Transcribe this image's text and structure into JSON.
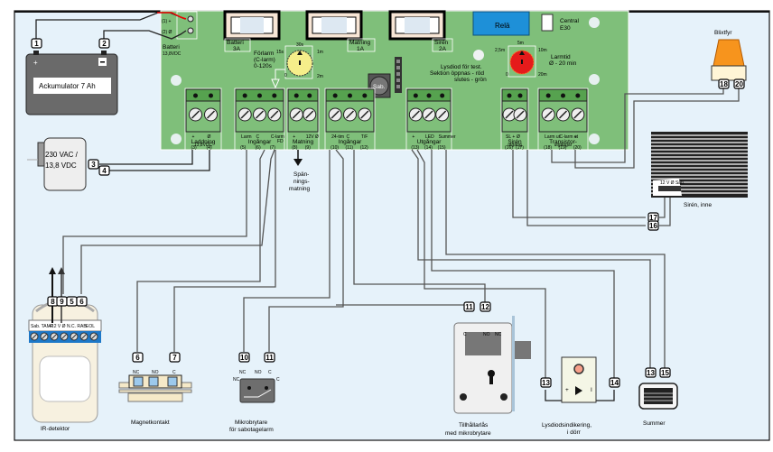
{
  "board": {
    "battery_label": "Batteri",
    "battery_voltage": "13,8VDC",
    "battery_plus": "(1) +",
    "battery_minus": "(2) Ø",
    "fuses": [
      {
        "name": "Batteri",
        "rating": "3A"
      },
      {
        "name": "Matning",
        "rating": "1A"
      },
      {
        "name": "Sirén",
        "rating": "2A"
      }
    ],
    "relay_label": "Relä",
    "central_label": "Central",
    "central_model": "E30",
    "sab_button": "Sab.",
    "prealarm": {
      "title": "Förlarm",
      "subtitle": "(C-larm)",
      "range": "0-120s",
      "dial_marks": [
        "0",
        "15s",
        "30s",
        "1m",
        "2m"
      ]
    },
    "alarm_time": {
      "title": "Larmtid",
      "range": "Ø - 20 min",
      "dial_marks": [
        "0",
        "2,5m",
        "5m",
        "10m",
        "20m"
      ]
    },
    "led_test": [
      "Lysdiod för test.",
      "Sektion öppnas - röd",
      "slutes - grön"
    ],
    "terminal_blocks": [
      {
        "id": "charging",
        "top": [
          "+",
          "Ø"
        ],
        "title": "Laddning",
        "subtitle": "13,8VDC",
        "numbers": [
          "(3)",
          "(4)"
        ]
      },
      {
        "id": "inputs-a",
        "top": [
          "Larm",
          "C",
          "C-larm"
        ],
        "title": "Ingångar",
        "extra": "FD",
        "numbers": [
          "(5)",
          "(6)",
          "(7)"
        ]
      },
      {
        "id": "supply",
        "top": [
          "+",
          "12V Ø"
        ],
        "title": "Matning",
        "numbers": [
          "(8)",
          "(9)"
        ]
      },
      {
        "id": "inputs-b",
        "top": [
          "24-tim",
          "C",
          "T/F"
        ],
        "title": "Ingångar",
        "numbers": [
          "(10)",
          "(11)",
          "(12)"
        ]
      },
      {
        "id": "outputs",
        "top": [
          "+",
          "LED",
          "Summer"
        ],
        "title": "Utgångar",
        "numbers": [
          "(13)",
          "(14)",
          "(15)"
        ]
      },
      {
        "id": "siren-out",
        "top": [
          "SL +",
          "Ø"
        ],
        "title": "Sirén",
        "subtitle": "utgång",
        "numbers": [
          "(16)",
          "(17)"
        ]
      },
      {
        "id": "transistor-out",
        "top": [
          "Larm ut",
          "C-larm ut",
          "+"
        ],
        "title": "Transistor-",
        "subtitle": "utgångar",
        "numbers": [
          "(18)",
          "(19)",
          "(20)"
        ]
      }
    ]
  },
  "components": {
    "battery": {
      "label": "Ackumulator 7 Ah",
      "plus": "+",
      "minus": "−"
    },
    "power_supply": {
      "line1": "230 VAC /",
      "line2": "13,8 VDC"
    },
    "voltage_supply_note": [
      "Spän-",
      "nings-",
      "matning"
    ],
    "flash": {
      "label": "Blixtfyr"
    },
    "siren": {
      "label": "Sirén, inne",
      "plate": "12 V Ø Sab."
    },
    "ir_detector": {
      "label": "IR-detektor",
      "terminals": [
        "Sab. TAMP",
        "+12 V Ø",
        "N.C. RAB",
        "EOL"
      ]
    },
    "magnet_contact": {
      "label": "Magnetkontakt",
      "contacts": [
        "NC",
        "NO",
        "C"
      ]
    },
    "micro_switch": {
      "label": [
        "Mikrobrytare",
        "för sabotagelarm"
      ],
      "contacts": [
        "NC",
        "NO",
        "C"
      ],
      "side": [
        "NC",
        "C"
      ]
    },
    "lock": {
      "label": [
        "Tillhållarlås",
        "med mikrobrytare"
      ],
      "contacts": [
        "C",
        "NO",
        "NC"
      ]
    },
    "led_door": {
      "label": [
        "Lysdiodsindikering,",
        "i dörr"
      ],
      "plus": "+",
      "minus": "I"
    },
    "buzzer": {
      "label": "Summer"
    }
  },
  "wire_tags": [
    "1",
    "2",
    "3",
    "4",
    "8",
    "9",
    "5",
    "6",
    "6",
    "7",
    "10",
    "11",
    "11",
    "12",
    "13",
    "14",
    "13",
    "15",
    "17",
    "16",
    "18",
    "20"
  ]
}
